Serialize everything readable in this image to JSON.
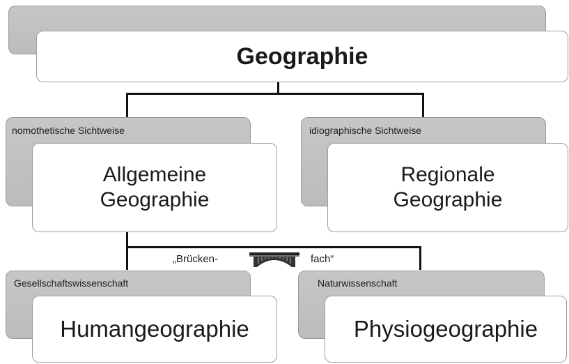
{
  "top": {
    "title": "Geographie"
  },
  "left_branch": {
    "perspective": "nomothetische Sichtweise",
    "title_line1": "Allgemeine",
    "title_line2": "Geographie"
  },
  "right_branch": {
    "perspective": "idiographische Sichtweise",
    "title_line1": "Regionale",
    "title_line2": "Geographie"
  },
  "bridge": {
    "left_word": "„Brücken-",
    "right_word": "fach“",
    "icon": "bridge-icon"
  },
  "bottom_left": {
    "category": "Gesellschaftswissenschaft",
    "title": "Humangeographie"
  },
  "bottom_right": {
    "category": "Naturwissenschaft",
    "title": "Physiogeographie"
  },
  "colors": {
    "back_box": "#c0c0c0",
    "front_box": "#ffffff",
    "line": "#111111"
  }
}
